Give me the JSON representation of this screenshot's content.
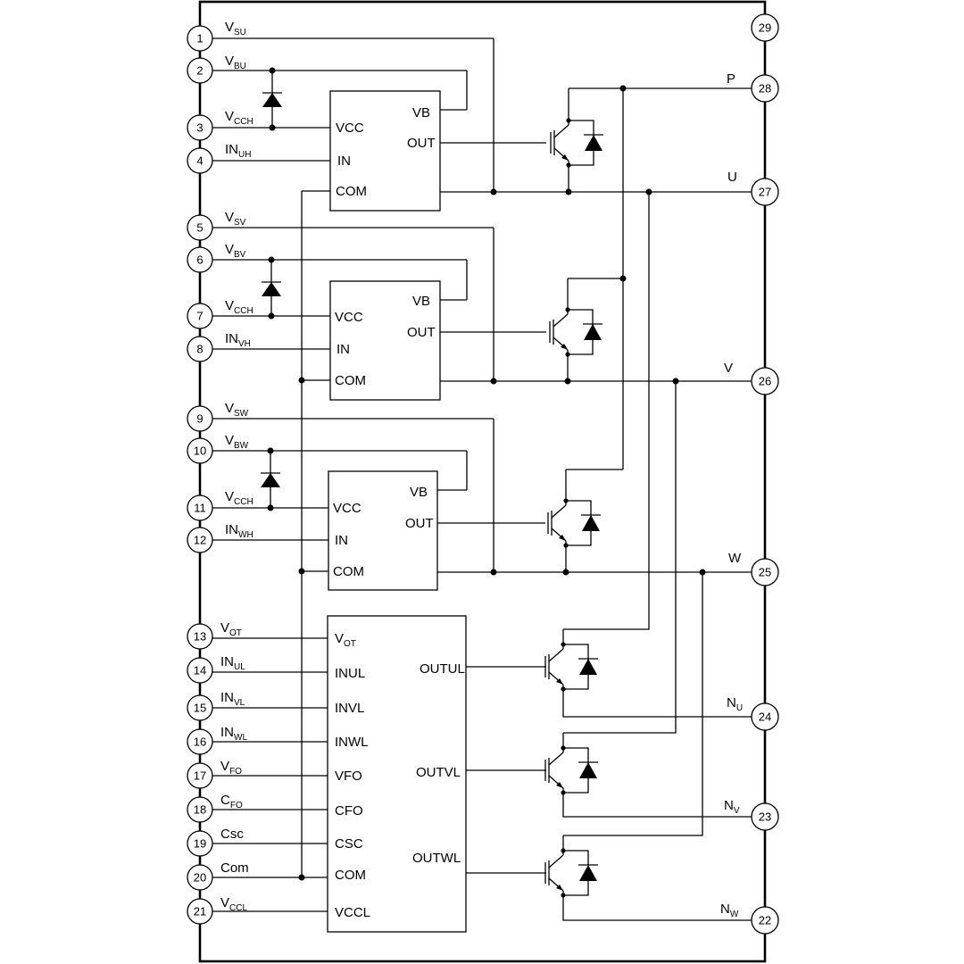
{
  "left_pins": [
    {
      "num": "1",
      "name": "V",
      "sub": "SU"
    },
    {
      "num": "2",
      "name": "V",
      "sub": "BU"
    },
    {
      "num": "3",
      "name": "V",
      "sub": "CCH"
    },
    {
      "num": "4",
      "name": "IN",
      "sub": "UH"
    },
    {
      "num": "5",
      "name": "V",
      "sub": "SV"
    },
    {
      "num": "6",
      "name": "V",
      "sub": "BV"
    },
    {
      "num": "7",
      "name": "V",
      "sub": "CCH"
    },
    {
      "num": "8",
      "name": "IN",
      "sub": "VH"
    },
    {
      "num": "9",
      "name": "V",
      "sub": "SW"
    },
    {
      "num": "10",
      "name": "V",
      "sub": "BW"
    },
    {
      "num": "11",
      "name": "V",
      "sub": "CCH"
    },
    {
      "num": "12",
      "name": "IN",
      "sub": "WH"
    },
    {
      "num": "13",
      "name": "V",
      "sub": "OT"
    },
    {
      "num": "14",
      "name": "IN",
      "sub": "UL"
    },
    {
      "num": "15",
      "name": "IN",
      "sub": "VL"
    },
    {
      "num": "16",
      "name": "IN",
      "sub": "WL"
    },
    {
      "num": "17",
      "name": "V",
      "sub": "FO"
    },
    {
      "num": "18",
      "name": "C",
      "sub": "FO"
    },
    {
      "num": "19",
      "name": "Csc",
      "sub": ""
    },
    {
      "num": "20",
      "name": "Com",
      "sub": ""
    },
    {
      "num": "21",
      "name": "V",
      "sub": "CCL"
    }
  ],
  "right_pins": [
    {
      "num": "29",
      "name": "",
      "sub": ""
    },
    {
      "num": "28",
      "name": "P",
      "sub": ""
    },
    {
      "num": "27",
      "name": "U",
      "sub": ""
    },
    {
      "num": "26",
      "name": "V",
      "sub": ""
    },
    {
      "num": "25",
      "name": "W",
      "sub": ""
    },
    {
      "num": "24",
      "name": "N",
      "sub": "U"
    },
    {
      "num": "23",
      "name": "N",
      "sub": "V"
    },
    {
      "num": "22",
      "name": "N",
      "sub": "W"
    }
  ],
  "high_side_driver": {
    "vcc": "VCC",
    "in": "IN",
    "com": "COM",
    "vb": "VB",
    "out": "OUT"
  },
  "low_side_driver": {
    "inputs": [
      {
        "name": "V",
        "sub": "OT"
      },
      {
        "name": "INUL",
        "sub": ""
      },
      {
        "name": "INVL",
        "sub": ""
      },
      {
        "name": "INWL",
        "sub": ""
      },
      {
        "name": "VFO",
        "sub": ""
      },
      {
        "name": "CFO",
        "sub": ""
      },
      {
        "name": "CSC",
        "sub": ""
      },
      {
        "name": "COM",
        "sub": ""
      },
      {
        "name": "VCCL",
        "sub": ""
      }
    ],
    "outputs": [
      "OUTUL",
      "OUTVL",
      "OUTWL"
    ]
  }
}
